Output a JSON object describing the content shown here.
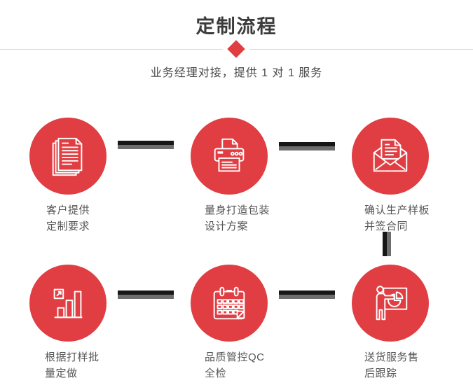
{
  "header": {
    "title": "定制流程",
    "subtitle": "业务经理对接，提供 1 对 1 服务"
  },
  "steps": [
    {
      "icon": "documents-icon",
      "label_line1": "客户提供",
      "label_line2": "定制要求"
    },
    {
      "icon": "printer-icon",
      "label_line1": "量身打造包装",
      "label_line2": "设计方案"
    },
    {
      "icon": "envelope-icon",
      "label_line1": "确认生产样板",
      "label_line2": "并签合同"
    },
    {
      "icon": "barchart-icon",
      "label_line1": "根据打样批",
      "label_line2": "量定做"
    },
    {
      "icon": "calendar-icon",
      "label_line1": "品质管控QC",
      "label_line2": "全检"
    },
    {
      "icon": "presentation-icon",
      "label_line1": "送货服务售",
      "label_line2": "后跟踪"
    }
  ],
  "colors": {
    "accent": "#e03e42",
    "title_text": "#3b3b3b",
    "label_text": "#565656",
    "connector_dark": "#161616",
    "connector_gray": "#6d6d6d",
    "divider": "#d9d9d9"
  }
}
